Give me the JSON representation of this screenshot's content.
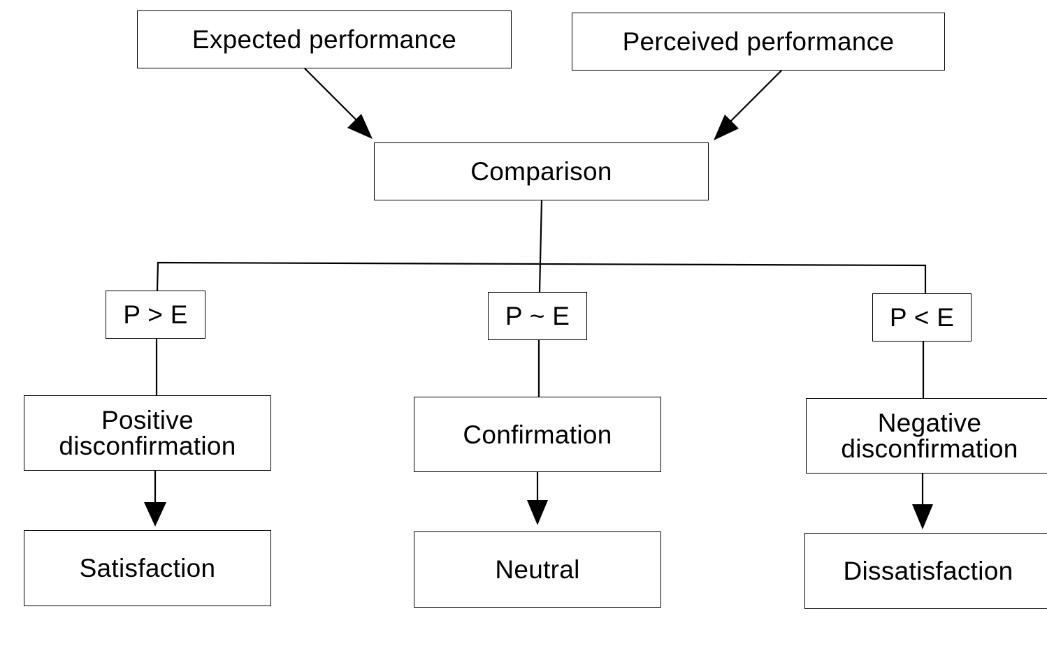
{
  "diagram": {
    "nodes": {
      "expected": "Expected performance",
      "perceived": "Perceived performance",
      "comparison": "Comparison",
      "p_greater_e": "P > E",
      "p_approx_e": "P ~ E",
      "p_less_e": "P < E",
      "positive_disconfirmation": [
        "Positive",
        "disconfirmation"
      ],
      "confirmation": "Confirmation",
      "negative_disconfirmation": [
        "Negative",
        "disconfirmation"
      ],
      "satisfaction": "Satisfaction",
      "neutral": "Neutral",
      "dissatisfaction": "Dissatisfaction"
    },
    "edges": [
      {
        "from": "expected",
        "to": "comparison",
        "arrow": true
      },
      {
        "from": "perceived",
        "to": "comparison",
        "arrow": true
      },
      {
        "from": "comparison",
        "to": "p_greater_e",
        "arrow": false
      },
      {
        "from": "comparison",
        "to": "p_approx_e",
        "arrow": false
      },
      {
        "from": "comparison",
        "to": "p_less_e",
        "arrow": false
      },
      {
        "from": "p_greater_e",
        "to": "positive_disconfirmation",
        "arrow": false
      },
      {
        "from": "p_approx_e",
        "to": "confirmation",
        "arrow": false
      },
      {
        "from": "p_less_e",
        "to": "negative_disconfirmation",
        "arrow": false
      },
      {
        "from": "positive_disconfirmation",
        "to": "satisfaction",
        "arrow": true
      },
      {
        "from": "confirmation",
        "to": "neutral",
        "arrow": true
      },
      {
        "from": "negative_disconfirmation",
        "to": "dissatisfaction",
        "arrow": true
      }
    ],
    "colors": {
      "line": "#000000",
      "background": "#ffffff"
    }
  }
}
